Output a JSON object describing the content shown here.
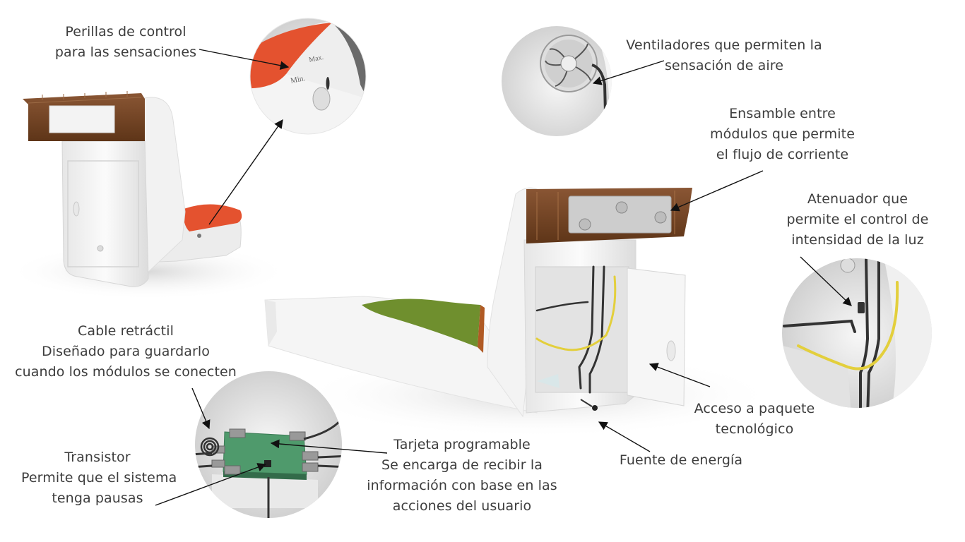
{
  "labels": {
    "perillas": [
      "Perillas de control",
      "para las sensaciones"
    ],
    "ventiladores": [
      "Ventiladores que permiten la",
      "sensación de aire"
    ],
    "ensamble": [
      "Ensamble entre",
      "módulos que permite",
      "el flujo de corriente"
    ],
    "atenuador": [
      "Atenuador que",
      "permite el control de",
      "intensidad de la luz"
    ],
    "cable": [
      "Cable retráctil",
      "Diseñado para guardarlo",
      "cuando los módulos se conecten"
    ],
    "transistor": [
      "Transistor",
      "Permite que el sistema",
      "tenga pausas"
    ],
    "tarjeta": [
      "Tarjeta programable",
      "Se encarga de recibir la",
      "información con base en las",
      "acciones del usuario"
    ],
    "acceso": [
      "Acceso a paquete",
      "tecnológico"
    ],
    "fuente": [
      "Fuente de energía"
    ]
  },
  "knob_text": [
    "Max.",
    "Min."
  ],
  "colors": {
    "wood": "#7a4a2a",
    "cushion": "#e4522f",
    "grass": "#6f8f2e",
    "circuit": "#4f9a6c",
    "cable_yellow": "#e3cf3c",
    "body": "#f4f4f4"
  }
}
